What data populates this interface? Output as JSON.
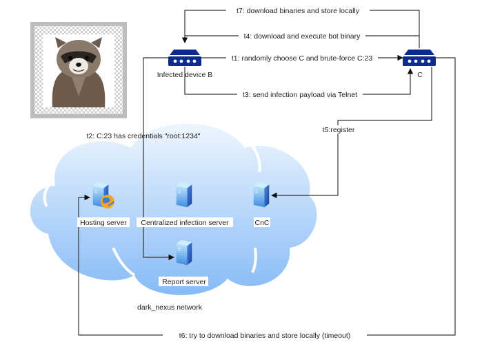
{
  "diagram": {
    "title": "dark_nexus network",
    "mascot": {
      "name": "raccoon-image",
      "description": "raccoon mascot"
    },
    "colors": {
      "router": "#0d2a8f",
      "cloud_top": "#e8f2fd",
      "cloud_bottom": "#8ec0f7",
      "edge": "#333333",
      "server_light": "#7ec8f5",
      "server_dark": "#1a3fa6"
    },
    "nodes": {
      "infected_device_b": "Infected device B",
      "device_c": "C",
      "hosting_server": "Hosting server",
      "central_server": "Centralized infection server",
      "cnc": "CnC",
      "report_server": "Report server"
    },
    "edges": {
      "t1": "t1: randomly choose C and brute-force C:23",
      "t2": "t2: C:23 has credentials \"root:1234\"",
      "t3": "t3: send infection payload via Telnet",
      "t4": "t4: download and execute bot binary",
      "t5": "t5:register",
      "t6": "t6: try to download binaries and store locally (timeout)",
      "t7": "t7: download binaries and store locally"
    }
  }
}
